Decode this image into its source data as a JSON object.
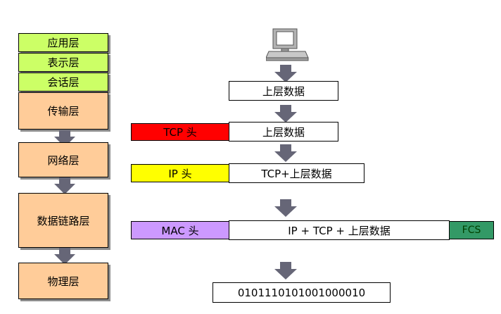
{
  "layers": {
    "application": "应用层",
    "presentation": "表示层",
    "session": "会话层",
    "transport": "传输层",
    "network": "网络层",
    "datalink": "数据链路层",
    "physical": "物理层"
  },
  "encapsulation": {
    "app_data": "上层数据",
    "tcp_header": "TCP 头",
    "tcp_payload": "上层数据",
    "ip_header": "IP 头",
    "ip_payload": "TCP+上层数据",
    "mac_header": "MAC 头",
    "frame_payload": "IP + TCP + 上层数据",
    "fcs": "FCS",
    "bits": "0101110101001000010"
  },
  "colors": {
    "upper_layers": "#ccff66",
    "lower_layers": "#ffcc99",
    "tcp_header": "#ff0000",
    "ip_header": "#ffff00",
    "mac_header": "#cc99ff",
    "fcs": "#339966",
    "arrow": "#666677"
  },
  "icons": [
    "computer-icon",
    "down-arrow-icon"
  ]
}
